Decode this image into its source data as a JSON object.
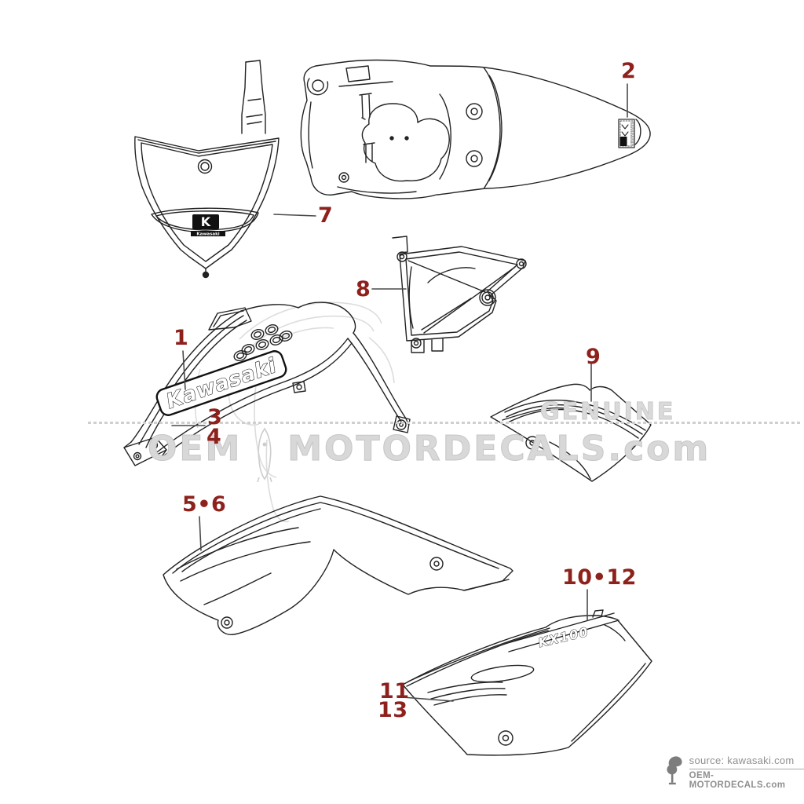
{
  "colors": {
    "callout_red": "#8e211c",
    "line_art_ink": "#222222",
    "watermark_gray": "#d8d8d8",
    "footer_gray": "#8f8f8f"
  },
  "callouts": [
    {
      "id": "1",
      "label": "1"
    },
    {
      "id": "2",
      "label": "2"
    },
    {
      "id": "3",
      "label": "3"
    },
    {
      "id": "4",
      "label": "4"
    },
    {
      "id": "5-6",
      "label": "5•6"
    },
    {
      "id": "7",
      "label": "7"
    },
    {
      "id": "8",
      "label": "8"
    },
    {
      "id": "9",
      "label": "9"
    },
    {
      "id": "10-12",
      "label": "10•12"
    },
    {
      "id": "11",
      "label": "11"
    },
    {
      "id": "13",
      "label": "13"
    }
  ],
  "decals": {
    "shroud_brand": "Kawasaki",
    "side_panel_model": "KX100",
    "number_plate_mark": "K",
    "number_plate_brand": "Kawasaki"
  },
  "watermark": {
    "word_left": "OEM",
    "word_right": "MOTORDECALS.com",
    "genuine": "GENUINE"
  },
  "footer": {
    "source_line": "source: kawasaki.com",
    "site_line": "OEM-MOTORDECALS.com"
  }
}
